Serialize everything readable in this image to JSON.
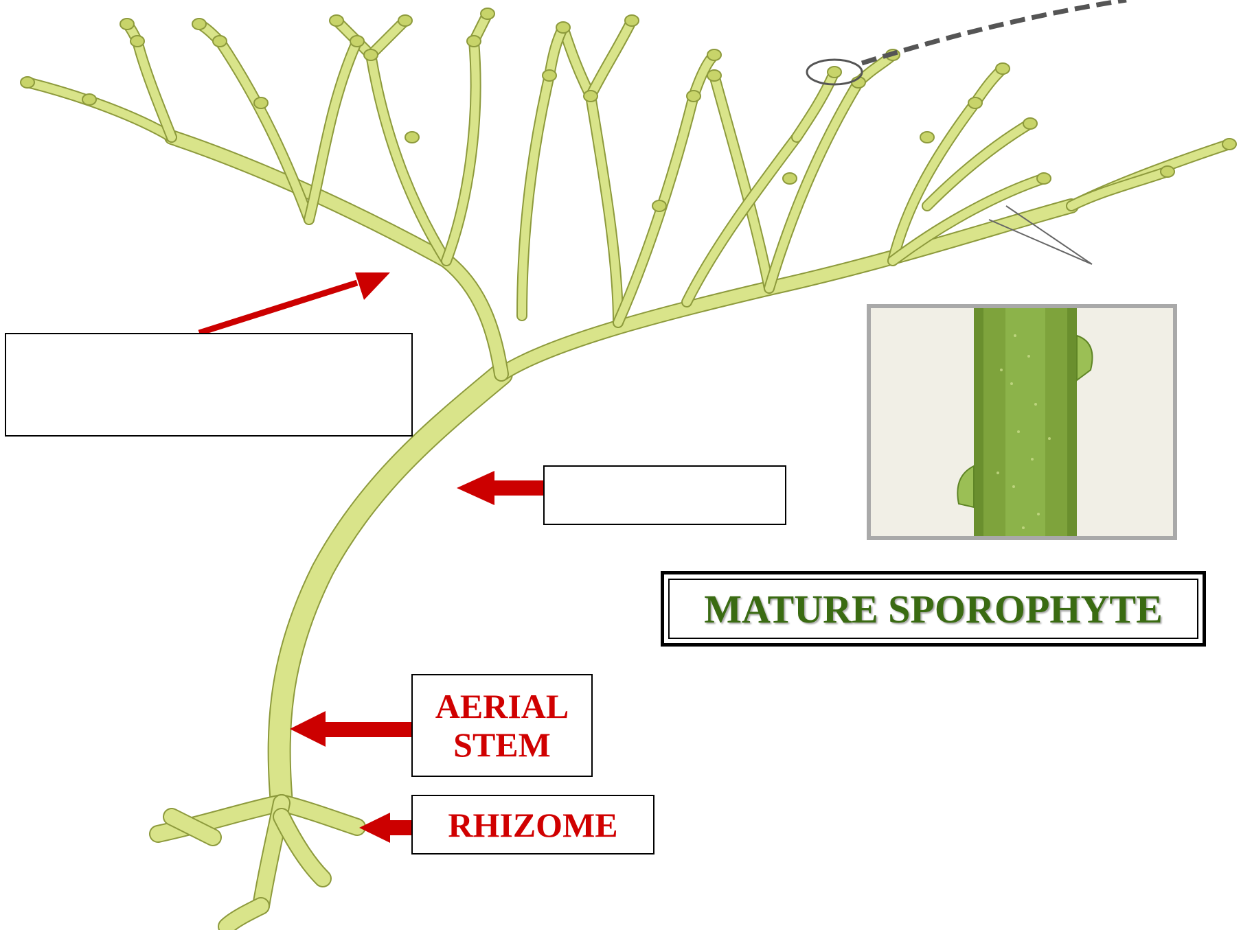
{
  "labels": {
    "aerial_stem_line1": "AERIAL",
    "aerial_stem_line2": "STEM",
    "rhizome": "RHIZOME",
    "blank_branches": "",
    "blank_enation": ""
  },
  "title": "MATURE SPOROPHYTE",
  "colors": {
    "plant_fill": "#d9e48a",
    "plant_stroke": "#8d9a3c",
    "arrow": "#cc0000",
    "label_text": "#d00000",
    "title_text": "#3a6b12",
    "photo_stem": "#7fa63c"
  }
}
